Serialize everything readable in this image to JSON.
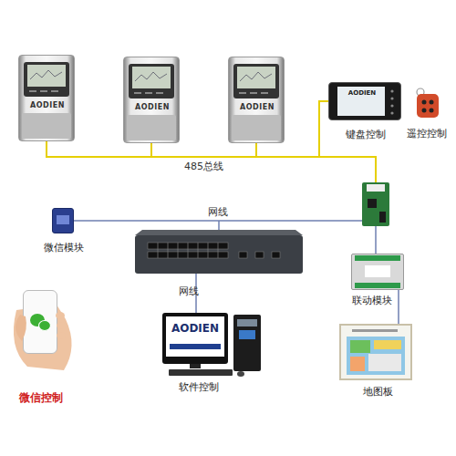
{
  "diagram": {
    "nodes": [
      {
        "text": [
          "AODIEN"
        ]
      },
      {
        "text": [
          "AODIEN"
        ]
      },
      {
        "text": [
          "AODIEN"
        ]
      },
      {
        "text": [
          "AODIEN",
          "键盘控制"
        ]
      },
      {
        "text": [
          "遥控控制"
        ]
      },
      {
        "text": [
          "微信模块"
        ]
      },
      {
        "text": [
          "联动模块"
        ]
      },
      {
        "text": [
          "微信控制"
        ]
      },
      {
        "text": [
          "AODIEN",
          "软件控制"
        ]
      },
      {
        "text": [
          "地图板"
        ]
      }
    ],
    "edges": [
      {
        "from": 0,
        "to": 1,
        "arrow": "none"
      },
      {
        "from": 1,
        "to": 2,
        "arrow": "none",
        "label": "485总线"
      },
      {
        "from": 2,
        "to": 3,
        "arrow": "none"
      },
      {
        "from": 6,
        "to": 9,
        "arrow": "none"
      }
    ],
    "labels": [
      "网线",
      "网线"
    ]
  }
}
